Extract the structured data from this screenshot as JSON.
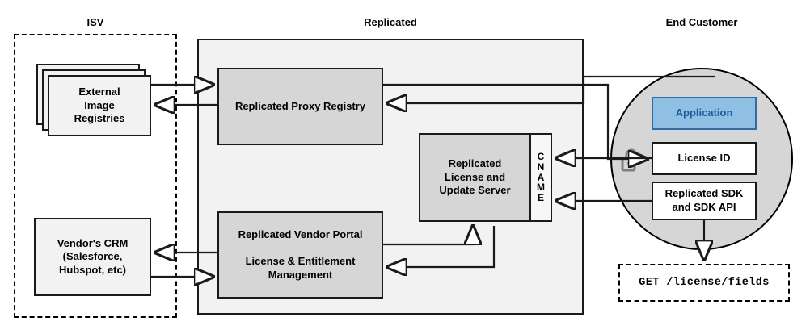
{
  "diagram": {
    "title": "Replicated vendor / end-customer architecture",
    "zones": [
      {
        "key": "isv",
        "label": "ISV",
        "style": "dashed"
      },
      {
        "key": "repl",
        "label": "Replicated",
        "style": "solid"
      },
      {
        "key": "cust",
        "label": "End Customer",
        "style": "none"
      }
    ],
    "nodes": {
      "external_image_registries": "External\nImage\nRegistries",
      "vendors_crm": "Vendor's CRM\n(Salesforce,\nHubspot, etc)",
      "proxy_registry": "Replicated Proxy Registry",
      "license_update_server": "Replicated\nLicense and\nUpdate Server",
      "vendor_portal": "Replicated Vendor Portal\n\nLicense & Entitlement\nManagement",
      "application": "Application",
      "license_id": "License ID",
      "replicated_sdk": "Replicated SDK\nand SDK API",
      "api_request": "GET /license/fields"
    },
    "cname_label": {
      "text": "CNAME",
      "letters": [
        "C",
        "N",
        "A",
        "M",
        "E"
      ]
    },
    "icons": {
      "lock": "unlocked-padlock-icon"
    },
    "colors": {
      "canvas": "#ffffff",
      "zone_fill": "#f2f2f2",
      "node_gray": "#d6d6d6",
      "node_light": "#f2f2f2",
      "node_white": "#ffffff",
      "accent_blue_fill": "#90bfe4",
      "accent_blue_border": "#2f6da4",
      "accent_blue_text": "#1d5c99",
      "customer_circle_fill": "#d6d6d6",
      "stroke": "#1a1a1a",
      "lock_gray": "#808080"
    }
  }
}
